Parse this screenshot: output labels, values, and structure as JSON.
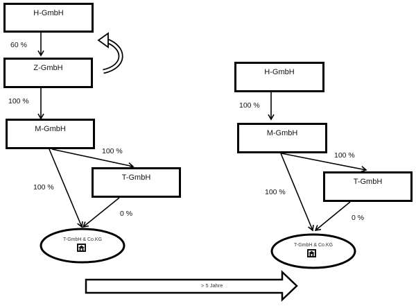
{
  "left_structure": {
    "nodes": {
      "h": "H-GmbH",
      "z": "Z-GmbH",
      "m": "M-GmbH",
      "t": "T-GmbH",
      "kg": "T-GmbH & Co.KG"
    },
    "edges": {
      "h_to_z": "60 %",
      "z_to_m": "100 %",
      "m_to_t": "100 %",
      "m_to_kg": "100 %",
      "t_to_kg": "0 %"
    }
  },
  "right_structure": {
    "nodes": {
      "h": "H-GmbH",
      "m": "M-GmbH",
      "t": "T-GmbH",
      "kg": "T-GmbH & Co.KG"
    },
    "edges": {
      "h_to_m": "100 %",
      "m_to_t": "100 %",
      "m_to_kg": "100 %",
      "t_to_kg": "0 %"
    }
  },
  "transition": {
    "label": "> 5 Jahre"
  }
}
